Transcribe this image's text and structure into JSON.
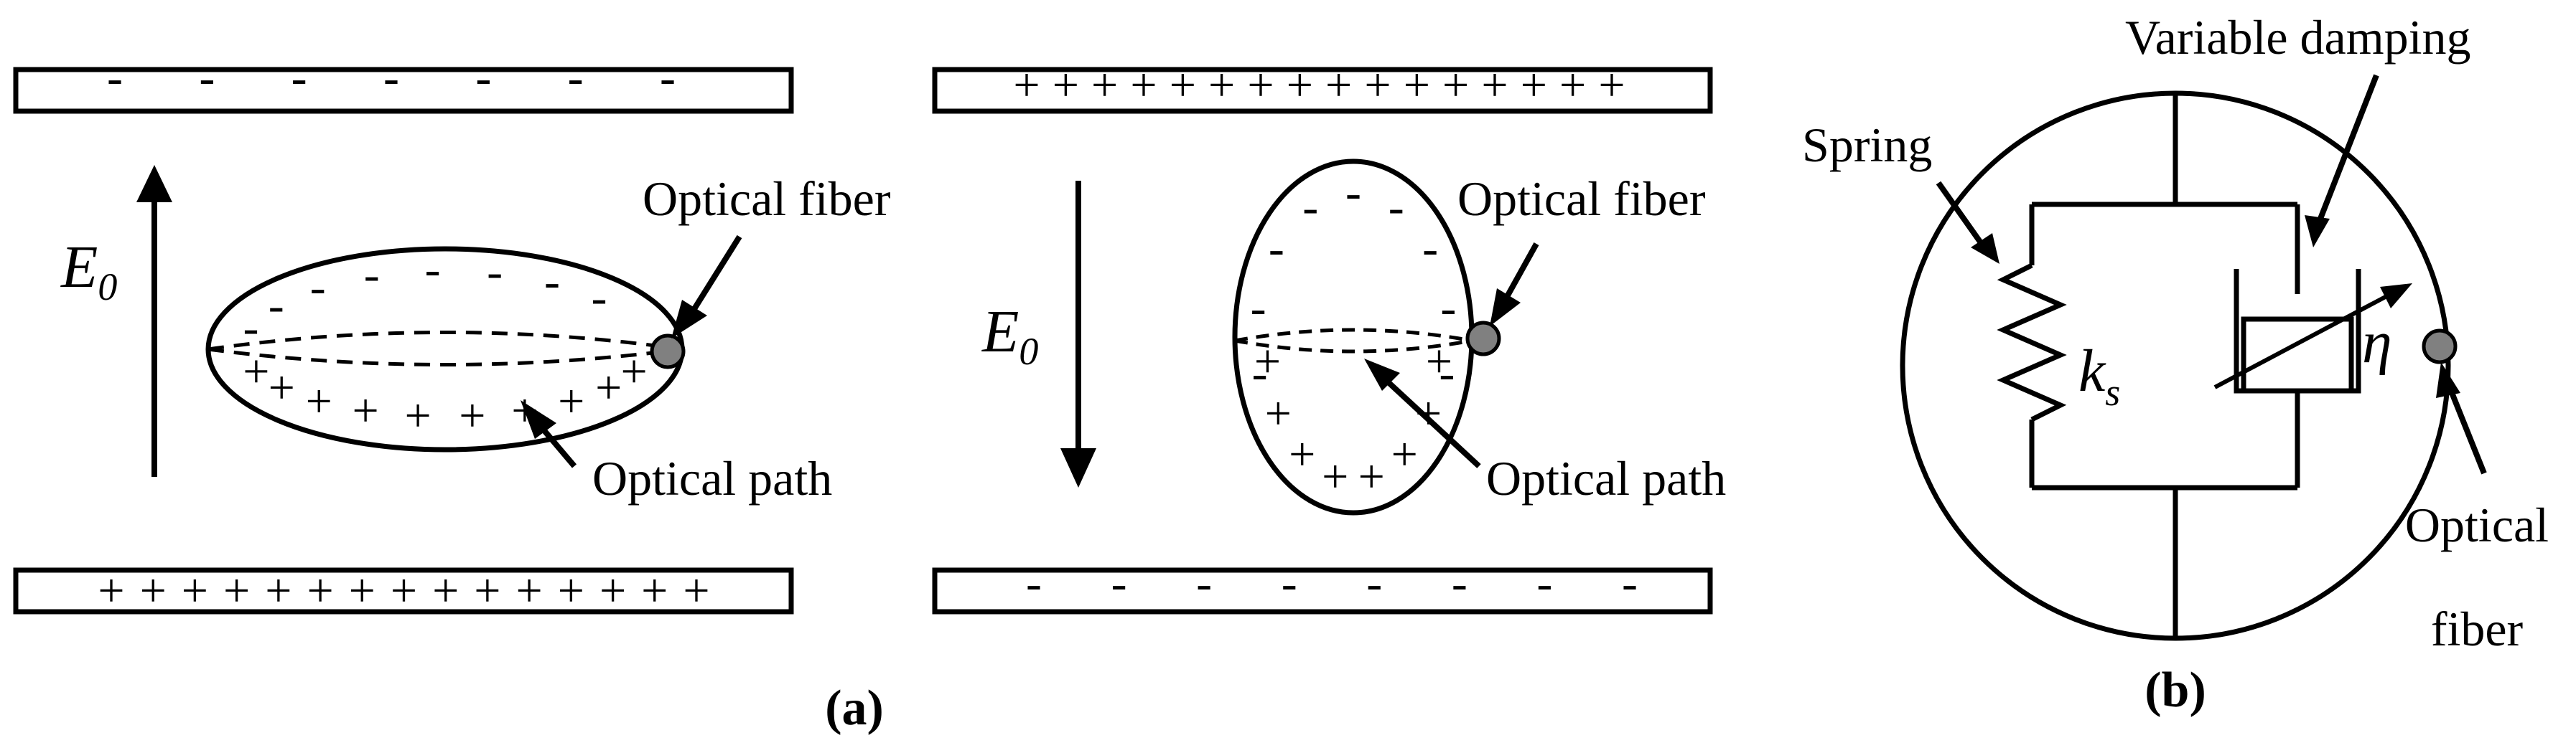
{
  "panel_a": {
    "caption": "(a)",
    "left": {
      "plate_top_signs": [
        "-",
        "-",
        "-",
        "-",
        "-",
        "-",
        "-"
      ],
      "plate_bottom_signs": [
        "+",
        "+",
        "+",
        "+",
        "+",
        "+",
        "+",
        "+",
        "+",
        "+",
        "+",
        "+",
        "+",
        "+",
        "+"
      ],
      "field_symbol": "E",
      "field_subscript": "0",
      "fiber_label": "Optical fiber",
      "path_label": "Optical path",
      "drop_top_signs": [
        "-",
        "-",
        "-",
        "-",
        "-",
        "-",
        "-",
        "-"
      ],
      "drop_bottom_signs": [
        "+",
        "+",
        "+",
        "+",
        "+",
        "+",
        "+",
        "+",
        "+",
        "+"
      ]
    },
    "right": {
      "plate_top_signs": [
        "+",
        "+",
        "+",
        "+",
        "+",
        "+",
        "+",
        "+",
        "+",
        "+",
        "+",
        "+",
        "+",
        "+",
        "+",
        "+"
      ],
      "plate_bottom_signs": [
        "-",
        "-",
        "-",
        "-",
        "-",
        "-",
        "-",
        "-"
      ],
      "field_symbol": "E",
      "field_subscript": "0",
      "fiber_label": "Optical fiber",
      "path_label": "Optical path",
      "drop_top_signs": [
        "-",
        "-",
        "-",
        "-",
        "-",
        "-",
        "-",
        "-",
        "-"
      ],
      "drop_bottom_signs": [
        "+",
        "+",
        "+",
        "+",
        "+",
        "+",
        "+",
        "+"
      ]
    }
  },
  "panel_b": {
    "caption": "(b)",
    "spring_label": "Spring",
    "damping_label": "Variable damping",
    "spring_symbol": "k",
    "spring_subscript": "s",
    "damping_symbol": "η",
    "fiber_label_line1": "Optical",
    "fiber_label_line2": "fiber"
  },
  "colors": {
    "ink": "#000000",
    "fiber": "#808080",
    "background": "#ffffff"
  }
}
